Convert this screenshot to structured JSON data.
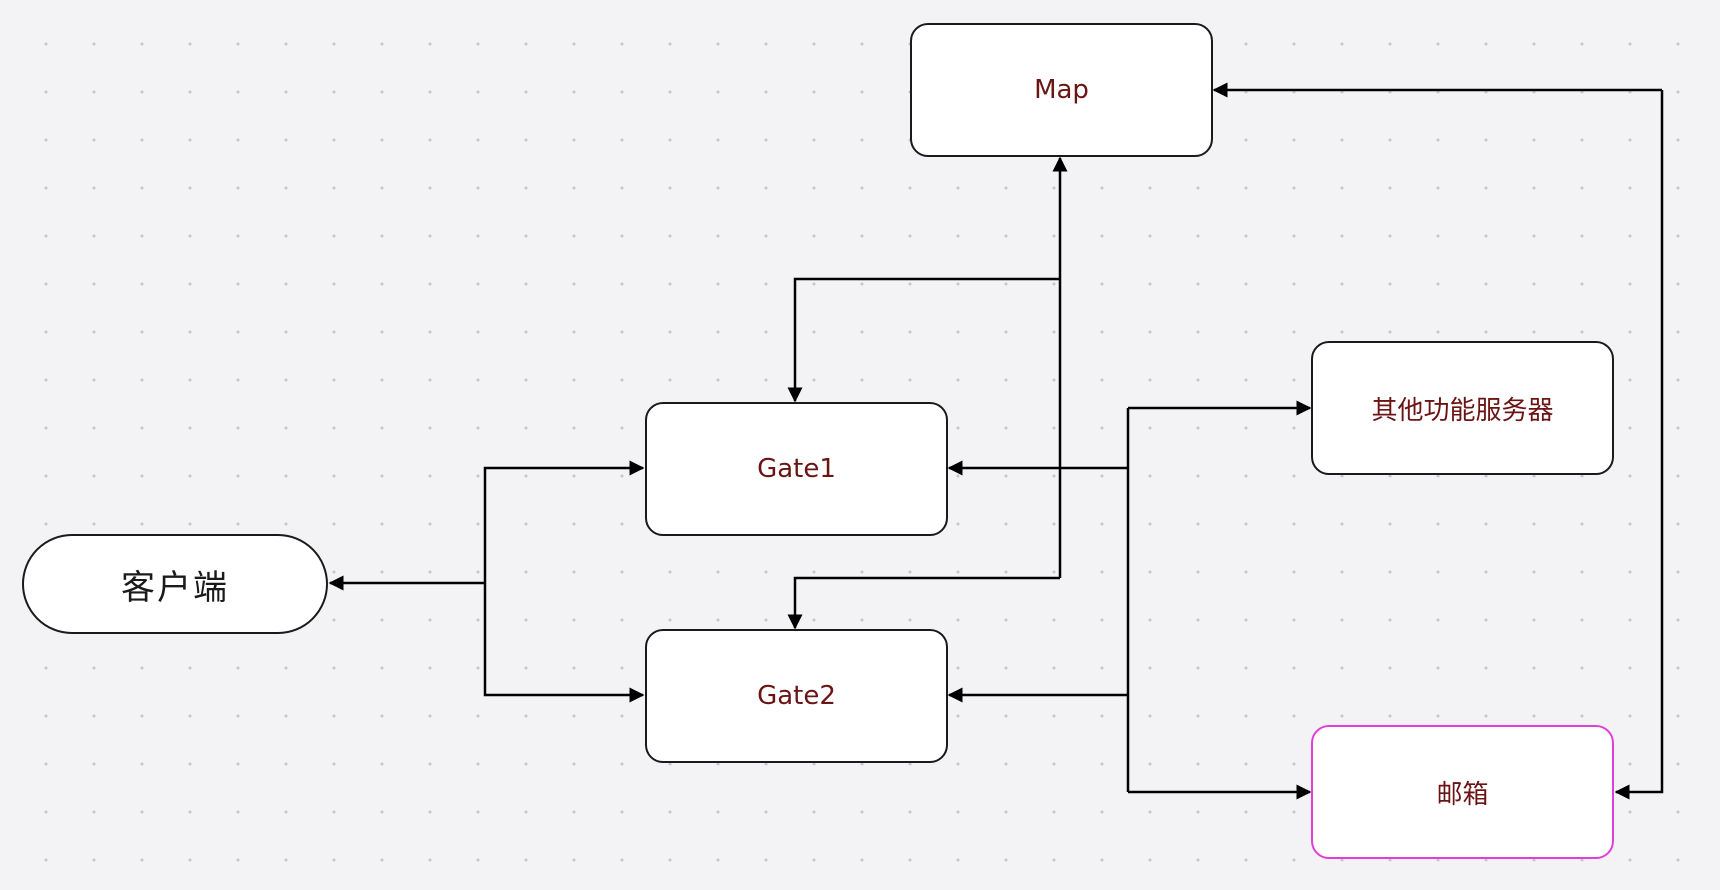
{
  "nodes": {
    "map": {
      "label": "Map"
    },
    "gate1": {
      "label": "Gate1"
    },
    "gate2": {
      "label": "Gate2"
    },
    "client": {
      "label": "客户端"
    },
    "other_servers": {
      "label": "其他功能服务器"
    },
    "mailbox": {
      "label": "邮箱"
    }
  },
  "colors": {
    "background": "#f3f3f5",
    "grid_dot": "#c6c6cc",
    "node_fill": "#ffffff",
    "node_border": "#1a1a1a",
    "node_text": "#6a1414",
    "mailbox_border": "#e040d8",
    "edge": "#000000"
  },
  "edges": [
    {
      "name": "client-gate1-edge",
      "from": "client",
      "to": "gate1",
      "bidirectional": true
    },
    {
      "name": "client-gate2-edge",
      "from": "client",
      "to": "gate2",
      "bidirectional": true
    },
    {
      "name": "gate1-map-edge",
      "from": "gate1",
      "to": "map",
      "bidirectional": true
    },
    {
      "name": "gate2-map-edge",
      "from": "gate2",
      "to": "map",
      "bidirectional": true
    },
    {
      "name": "other-servers-gate1-edge",
      "from": "other_servers",
      "to": "gate1",
      "bidirectional": true
    },
    {
      "name": "other-servers-gate2-edge",
      "from": "other_servers",
      "to": "gate2",
      "bidirectional": true
    },
    {
      "name": "mailbox-gate-bus-edge",
      "from": "mailbox",
      "to": "gate1",
      "bidirectional": true
    },
    {
      "name": "map-mailbox-edge",
      "from": "map",
      "to": "mailbox",
      "bidirectional": true
    }
  ]
}
